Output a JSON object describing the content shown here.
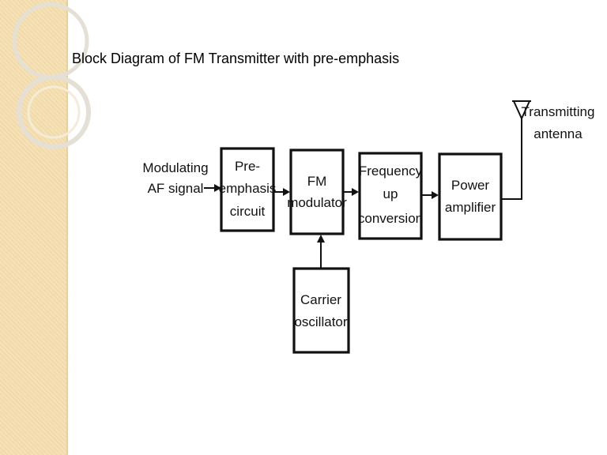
{
  "slide": {
    "title": "Block Diagram of FM Transmitter with pre-emphasis"
  },
  "diagram": {
    "input_label": [
      "Modulating",
      "AF signal"
    ],
    "blocks": {
      "pre_emphasis": [
        "Pre-",
        "emphasis",
        "circuit"
      ],
      "fm_modulator": [
        "FM",
        "modulator"
      ],
      "frequency_up": [
        "Frequency",
        "up",
        "conversion"
      ],
      "power_amplifier": [
        "Power",
        "amplifier"
      ],
      "carrier_oscillator": [
        "Carrier",
        "oscillator"
      ]
    },
    "antenna_label": [
      "Transmitting",
      "antenna"
    ]
  },
  "colors": {
    "side_panel": "#f6e2b8",
    "ring": "#e4e0d6",
    "ink": "#111111"
  },
  "icons": {
    "antenna": "antenna-icon"
  }
}
